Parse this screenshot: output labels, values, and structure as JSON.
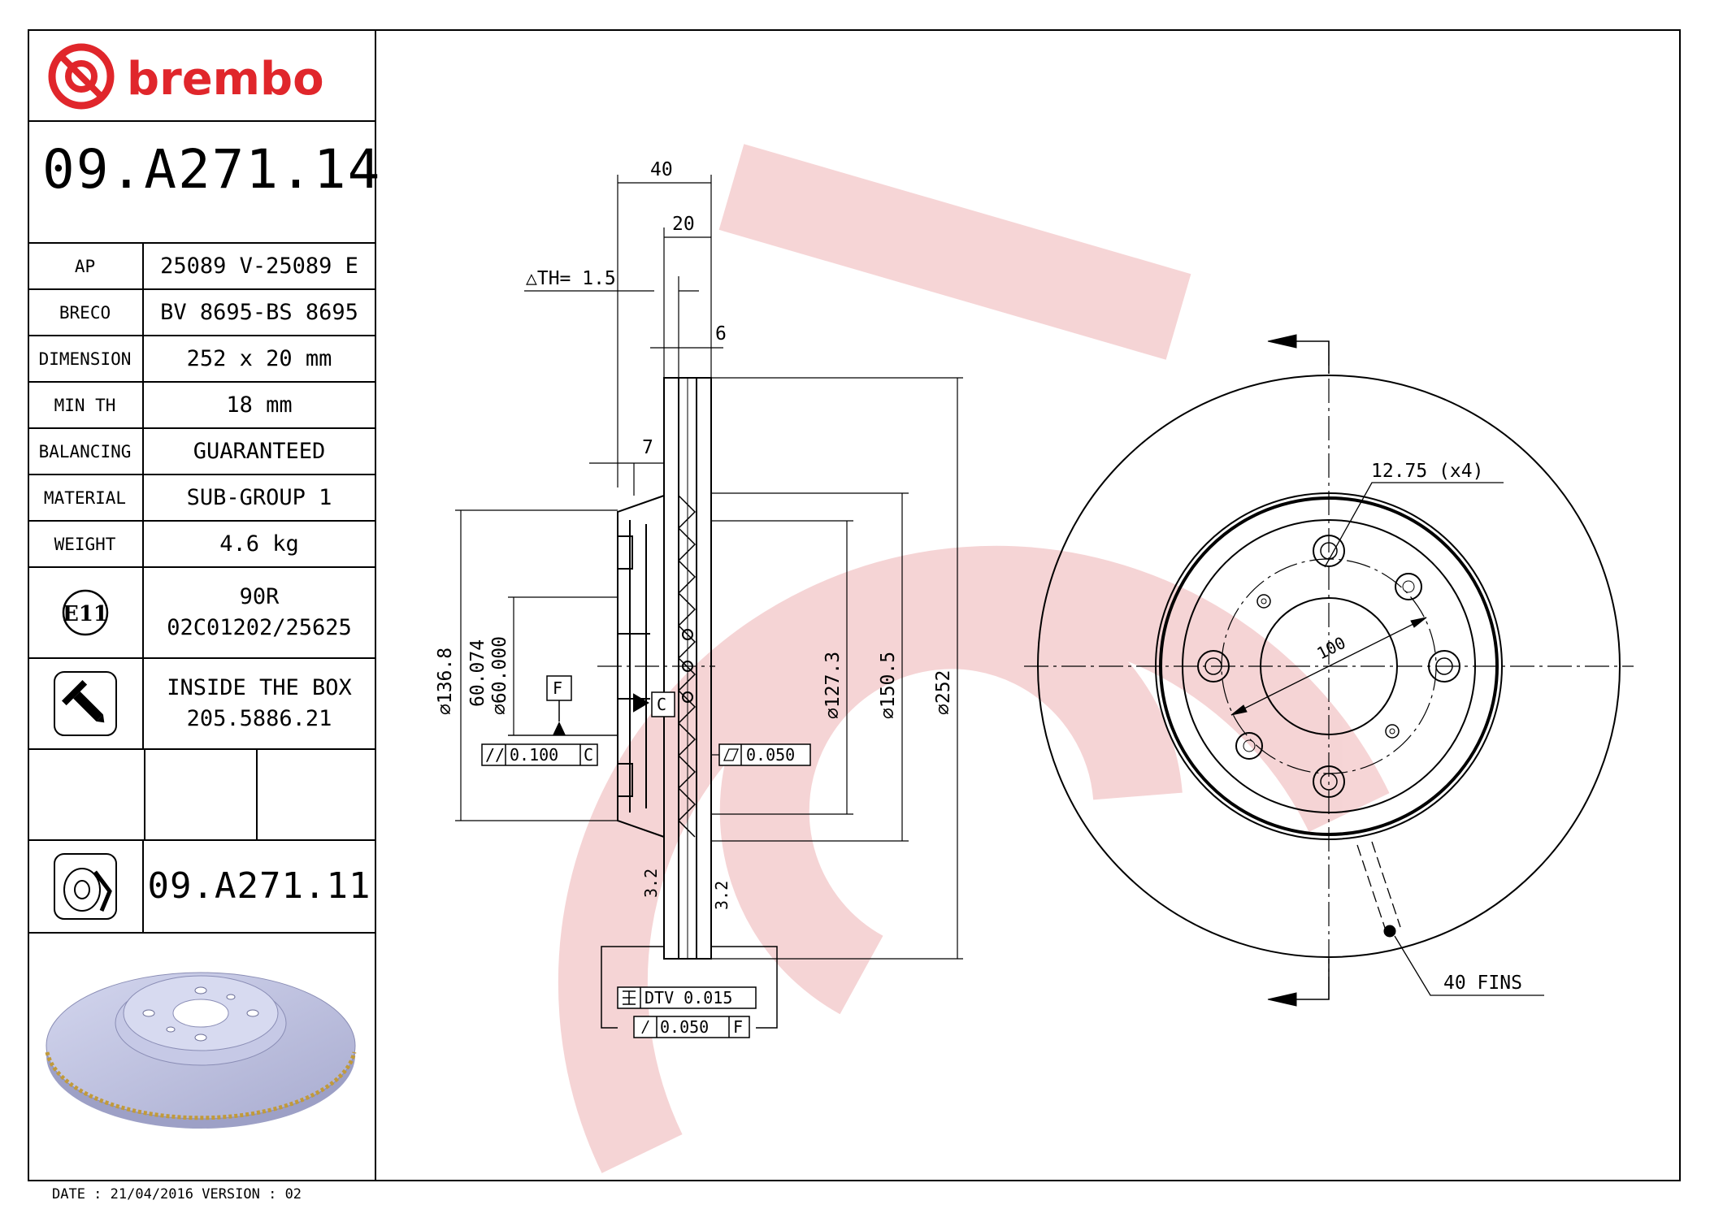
{
  "brand": {
    "name": "brembo",
    "color": "#e0262b",
    "watermark_color": "#f3c9ca"
  },
  "part_number": "09.A271.14",
  "specs": [
    {
      "label": "AP",
      "value": "25089 V-25089 E"
    },
    {
      "label": "BRECO",
      "value": "BV 8695-BS 8695"
    },
    {
      "label": "DIMENSION",
      "value": "252 x 20 mm"
    },
    {
      "label": "MIN TH",
      "value": "18 mm"
    },
    {
      "label": "BALANCING",
      "value": "GUARANTEED"
    },
    {
      "label": "MATERIAL",
      "value": "SUB-GROUP 1"
    },
    {
      "label": "WEIGHT",
      "value": "4.6 kg"
    }
  ],
  "approval": {
    "mark": "E11",
    "line1": "90R",
    "line2": "02C01202/25625"
  },
  "box": {
    "icon": "screw-icon",
    "line1": "INSIDE THE BOX",
    "line2": "205.5886.21"
  },
  "related": {
    "icon": "brake-disc-icon",
    "part_number": "09.A271.11"
  },
  "footer": "DATE : 21/04/2016 VERSION : 02",
  "drawing": {
    "dims": {
      "total_width": "40",
      "thickness": "20",
      "th": "△TH= 1.5",
      "six": "6",
      "seven": "7",
      "d136": "⌀136.8",
      "d60a": "60.074",
      "d60b": "⌀60.000",
      "d127": "⌀127.3",
      "d150": "⌀150.5",
      "d252": "⌀252",
      "roughness": "3.2"
    },
    "datums": {
      "f": "F",
      "c": "C"
    },
    "tolerances": {
      "parallel_value": "0.100",
      "parallel_ref": "C",
      "flatness_value": "0.050",
      "dtv": "DTV 0.015",
      "runout_value": "0.050",
      "runout_ref": "F"
    },
    "front": {
      "holes": "12.75 (x4)",
      "pcd": "100",
      "fins": "40 FINS"
    }
  }
}
